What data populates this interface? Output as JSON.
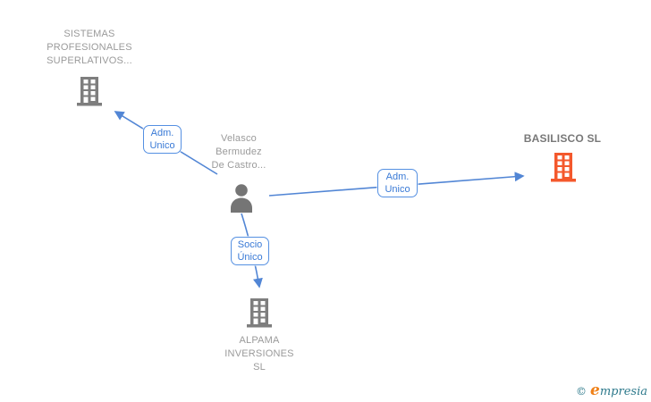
{
  "colors": {
    "edge": "#5286d5",
    "edge_box_border": "#5590e2",
    "edge_label_text": "#3a7ad6",
    "node_label_gray": "#9a9a9a",
    "company_highlight_label": "#787878",
    "building_gray": "#7e7e7e",
    "building_orange": "#f4582c",
    "person_gray": "#757575",
    "logo_teal": "#2e7a8c",
    "logo_orange": "#ef8018"
  },
  "nodes": {
    "company_top_left": {
      "label": "SISTEMAS\nPROFESIONALES\nSUPERLATIVOS..."
    },
    "person": {
      "label": "Velasco\nBermudez\nDe Castro..."
    },
    "company_right": {
      "label": "BASILISCO SL"
    },
    "company_bottom": {
      "label": "ALPAMA\nINVERSIONES\nSL"
    }
  },
  "edges": {
    "person_to_top_left": {
      "label": "Adm.\nUnico"
    },
    "person_to_right": {
      "label": "Adm.\nUnico"
    },
    "person_to_bottom": {
      "label": "Socio\nÚnico"
    }
  },
  "watermark": {
    "copyright_symbol": "©",
    "brand_first_letter": "e",
    "brand_rest": "mpresia"
  }
}
